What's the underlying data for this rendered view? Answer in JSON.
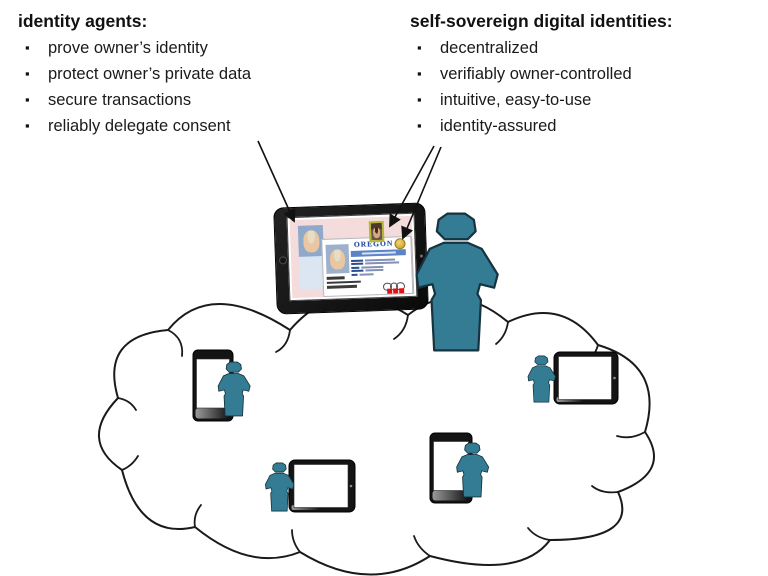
{
  "left_panel": {
    "title": "identity agents:",
    "items": [
      "prove owner’s identity",
      "protect owner’s private data",
      "secure transactions",
      "reliably delegate consent"
    ]
  },
  "right_panel": {
    "title": "self-sovereign digital identities:",
    "items": [
      "decentralized",
      "verifiably owner-controlled",
      "intuitive, easy-to-use",
      "identity-assured"
    ]
  },
  "tablet_screen": {
    "card_title": "OREGON"
  },
  "colors": {
    "person_fill": "#337c94",
    "person_stroke": "#16333f",
    "cloud_stroke": "#1a1a1a",
    "device_black": "#141414",
    "screen_pink": "#f5dcdc",
    "panel_blue": "#dce6f2",
    "photo_blue": "#8ea9ca",
    "oregon_blue": "#2b4fa2",
    "banner_blue": "#5b83c6",
    "seal_gold": "#d8b23c",
    "badge_olive": "#b5b832",
    "alert_red": "#e31212"
  }
}
